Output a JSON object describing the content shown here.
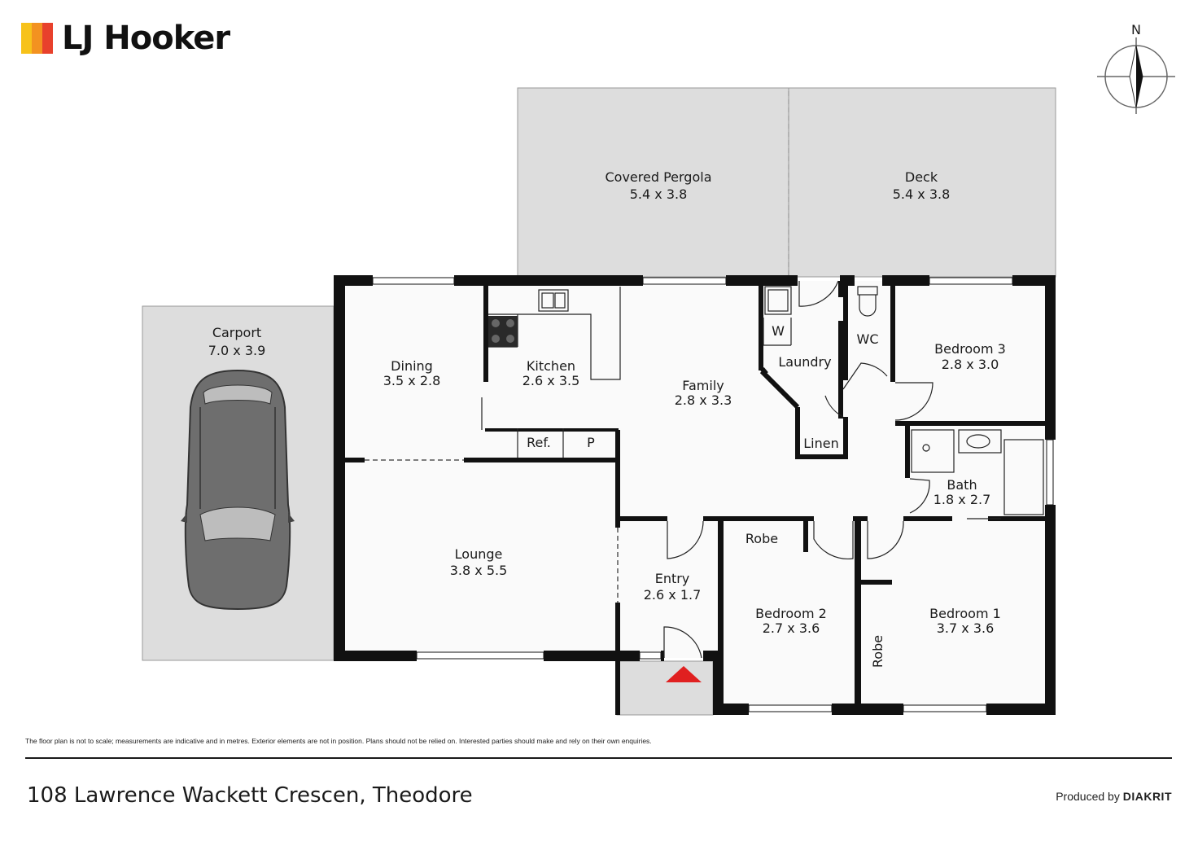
{
  "brand": {
    "name": "LJ Hooker",
    "bar_colors": [
      "#f7c21a",
      "#f39220",
      "#e8412c"
    ]
  },
  "compass": {
    "north_label": "N"
  },
  "rooms": {
    "covered_pergola": {
      "name": "Covered Pergola",
      "size": "5.4 x 3.8"
    },
    "deck": {
      "name": "Deck",
      "size": "5.4 x 3.8"
    },
    "carport": {
      "name": "Carport",
      "size": "7.0 x 3.9"
    },
    "dining": {
      "name": "Dining",
      "size": "3.5 x 2.8"
    },
    "kitchen": {
      "name": "Kitchen",
      "size": "2.6 x 3.5"
    },
    "family": {
      "name": "Family",
      "size": "2.8 x 3.3"
    },
    "laundry": {
      "name": "Laundry"
    },
    "laundry_w": {
      "name": "W"
    },
    "wc": {
      "name": "WC"
    },
    "bedroom3": {
      "name": "Bedroom 3",
      "size": "2.8 x 3.0"
    },
    "linen": {
      "name": "Linen"
    },
    "ref": {
      "name": "Ref."
    },
    "pantry": {
      "name": "P"
    },
    "bath": {
      "name": "Bath",
      "size": "1.8 x 2.7"
    },
    "lounge": {
      "name": "Lounge",
      "size": "3.8 x 5.5"
    },
    "entry": {
      "name": "Entry",
      "size": "2.6 x 1.7"
    },
    "robe2": {
      "name": "Robe"
    },
    "bedroom2": {
      "name": "Bedroom 2",
      "size": "2.7 x 3.6"
    },
    "bedroom1": {
      "name": "Bedroom 1",
      "size": "3.7 x 3.6"
    },
    "robe1": {
      "name": "Robe"
    }
  },
  "colors": {
    "wall": "#111111",
    "outdoor": "#dddddd",
    "entry_arrow": "#e02020"
  },
  "footer": {
    "disclaimer": "The floor plan is not to scale; measurements are indicative and in metres. Exterior elements are not in position. Plans should not be relied on. Interested parties should make and rely on their own enquiries.",
    "address": "108 Lawrence Wackett Crescen, Theodore",
    "credit_prefix": "Produced by",
    "credit_brand": "DIAKRIT"
  }
}
